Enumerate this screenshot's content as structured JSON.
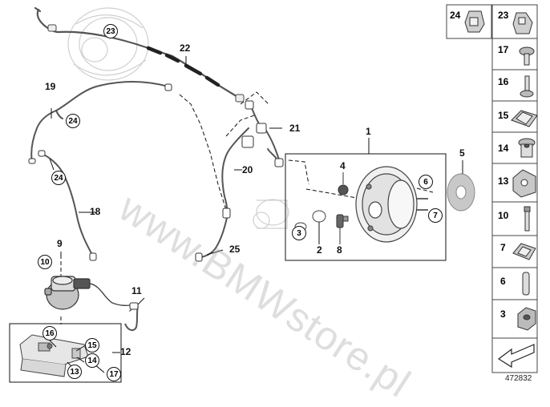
{
  "diagram": {
    "watermark": "www.BMWstore.pl",
    "doc_number": "472832",
    "callouts": {
      "c1": "1",
      "c2": "2",
      "c3": "3",
      "c4": "4",
      "c5": "5",
      "c6": "6",
      "c7": "7",
      "c8": "8",
      "c9": "9",
      "c10": "10",
      "c11": "11",
      "c12": "12",
      "c13": "13",
      "c14": "14",
      "c15": "15",
      "c16": "16",
      "c17": "17",
      "c18": "18",
      "c19": "19",
      "c20": "20",
      "c21": "21",
      "c22": "22",
      "c23": "23",
      "c24a": "24",
      "c24b": "24",
      "c25": "25"
    },
    "parts_panel": {
      "top_left": "24",
      "top_right": "23",
      "rows": [
        "17",
        "16",
        "15",
        "14",
        "13",
        "10",
        "7",
        "6",
        "3"
      ]
    }
  }
}
